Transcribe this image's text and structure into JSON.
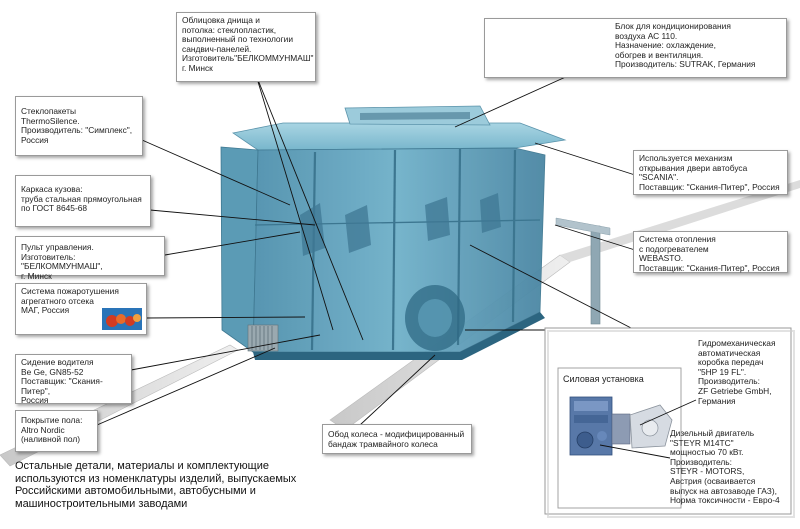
{
  "callouts": {
    "floor_ceiling": "Облицовка днища и\nпотолка: стеклопластик,\nвыполненный по технологии\nсандвич-панелей.\nИзготовитель\"БЕЛКОММУНМАШ\"\nг. Минск",
    "ac_unit": "Блок для кондиционирования\nвоздуха АС 110.\nНазначение: охлаждение,\nобогрев и вентиляция.\nПроизводитель: SUTRAK, Германия",
    "glass": "Стеклопакеты\nThermoSilence.\nПроизводитель: \"Симплекс\",\nРоссия",
    "frame": "Каркаса кузова:\nтруба стальная прямоугольная\nпо ГОСТ 8645-68",
    "control_panel": "Пульт управления.\nИзготовитель: \"БЕЛКОММУНМАШ\",\nг. Минск",
    "fire_system": "Система пожаротушения\nагрегатного отсека\nМАГ, Россия",
    "driver_seat": "Сидение водителя\nBe Ge, GN85-52\nПоставщик: \"Скания-Питер\",\nРоссия",
    "floor_cover": "Покрытие пола:\nAltro Nordic\n(наливной пол)",
    "door_mechanism": "Используется механизм\nоткрывания двери автобуса\n\"SCANIA\".\nПоставщик: \"Скания-Питер\", Россия",
    "heating": "Система отопления\nс подогревателем\nWEBASTO.\nПоставщик: \"Скания-Питер\", Россия",
    "wheel_rim": "Обод колеса - модифицированный\nбандаж трамвайного колеса",
    "powerplant_title": "Силовая установка",
    "gearbox": "Гидромеханическая\nавтоматическая\nкоробка передач\n\"5HP 19 FL\".\nПроизводитель:\nZF Getriebe GmbH,\nГермания",
    "engine": "Дизельный двигатель\n\"STEYR M14TC\"\nмощностью 70 кВт.\nПроизводитель:\nSTEYR - MOTORS,\nАвстрия (осваивается\nвыпуск на автозаводе ГАЗ),\nНорма токсичности - Евро-4"
  },
  "footer_note": "Остальные детали, материалы и комплектующие используются из номенклатуры изделий, выпускаемых Российскими автомобильными, автобусными и машиностроительными заводами"
}
